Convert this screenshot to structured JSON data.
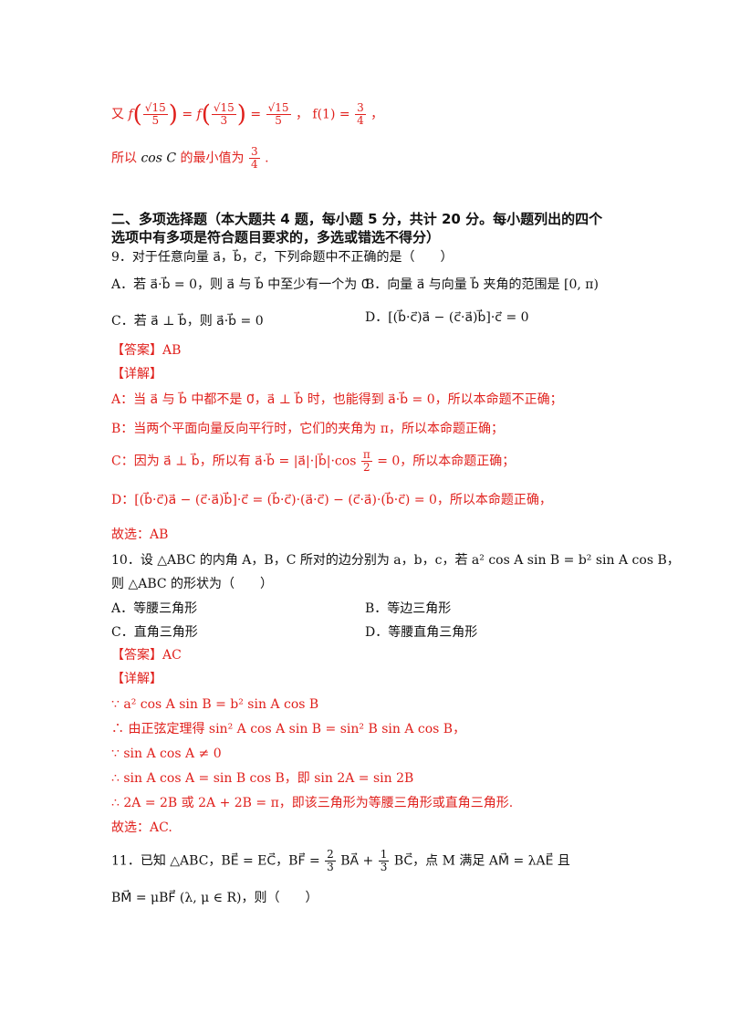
{
  "continuation": {
    "line1_prefix": "又",
    "line1_expr_a": "f",
    "sqrt15": "√15",
    "den5": "5",
    "den3": "3",
    "eq": "=",
    "f1_text": "，  f(1) =",
    "f1_num": "3",
    "f1_den": "4",
    "line1_end": "，",
    "line2_prefix": "所以",
    "line2_cos": "cos C",
    "line2_mid": "的最小值为",
    "line2_num": "3",
    "line2_den": "4",
    "line2_end": "."
  },
  "section": {
    "heading_line1": "二、多项选择题（本大题共 4 题，每小题 5 分，共计 20 分。每小题列出的四个",
    "heading_line2": "选项中有多项是符合题目要求的，多选或错选不得分）"
  },
  "q9": {
    "stem": "9．对于任意向量 a⃗，b⃗，c⃗，下列命题中不正确的是（　　）",
    "optA": "A．若 a⃗·b⃗ = 0，则 a⃗ 与 b⃗ 中至少有一个为 0⃗",
    "optB": "B．向量 a⃗ 与向量 b⃗ 夹角的范围是 [0, π)",
    "optC": "C．若 a⃗ ⊥ b⃗，则 a⃗·b⃗ = 0",
    "optD": "D．[(b⃗·c⃗)a⃗ − (c⃗·a⃗)b⃗]·c⃗ = 0",
    "answer": "【答案】AB",
    "detail_label": "【详解】",
    "exp_A": "A：当 a⃗ 与 b⃗ 中都不是 0⃗，a⃗ ⊥ b⃗ 时，也能得到 a⃗·b⃗ = 0，所以本命题不正确；",
    "exp_B": "B：当两个平面向量反向平行时，它们的夹角为 π，所以本命题正确；",
    "exp_C_pre": "C：因为 a⃗ ⊥ b⃗，所以有 a⃗·b⃗ = |a⃗|·|b⃗|·cos",
    "exp_C_num": "π",
    "exp_C_den": "2",
    "exp_C_post": "= 0，所以本命题正确；",
    "exp_D": "D：[(b⃗·c⃗)a⃗ − (c⃗·a⃗)b⃗]·c⃗ = (b⃗·c⃗)·(a⃗·c⃗) − (c⃗·a⃗)·(b⃗·c⃗) = 0，所以本命题正确，",
    "conclusion": "故选：AB"
  },
  "q10": {
    "stem1": "10．设 △ABC 的内角 A，B，C 所对的边分别为 a，b，c，若 a² cos A sin B = b² sin A cos B，",
    "stem2": "则 △ABC 的形状为（　　）",
    "optA": "A．等腰三角形",
    "optB": "B．等边三角形",
    "optC": "C．直角三角形",
    "optD": "D．等腰直角三角形",
    "answer": "【答案】AC",
    "detail_label": "【详解】",
    "step1": "∵ a² cos A sin B = b² sin A cos B",
    "step2": "∴ 由正弦定理得 sin² A cos A sin B = sin² B sin A cos B，",
    "step3": "∵ sin A cos A ≠ 0",
    "step4": "∴ sin A cos A = sin B cos B，即 sin 2A = sin 2B",
    "step5": "∴ 2A = 2B 或 2A + 2B = π，即该三角形为等腰三角形或直角三角形.",
    "conclusion": "故选：AC."
  },
  "q11": {
    "stem_pre": "11．已知 △ABC，BE⃗ = EC⃗，BF⃗ =",
    "frac1_num": "2",
    "frac1_den": "3",
    "mid": "BA⃗ +",
    "frac2_num": "1",
    "frac2_den": "3",
    "stem_post": "BC⃗，点 M 满足 AM⃗ = λAE⃗ 且",
    "stem_line2": "BM⃗ = μBF⃗ (λ, μ ∈ R)，则（　　）"
  }
}
